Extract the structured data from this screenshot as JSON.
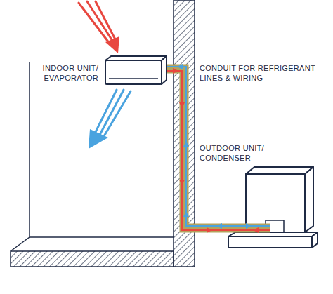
{
  "diagram": {
    "nodes": [
      {
        "text": [
          "INDOOR UNIT/ EVAPORATOR"
        ]
      },
      {
        "text": [
          "OUTDOOR UNIT/ CONDENSER"
        ]
      }
    ],
    "edges": [
      {
        "from": 0,
        "to": 1,
        "arrow": "none",
        "label": "CONDUIT FOR REFRIGERANT LINES & WIRING"
      }
    ]
  }
}
